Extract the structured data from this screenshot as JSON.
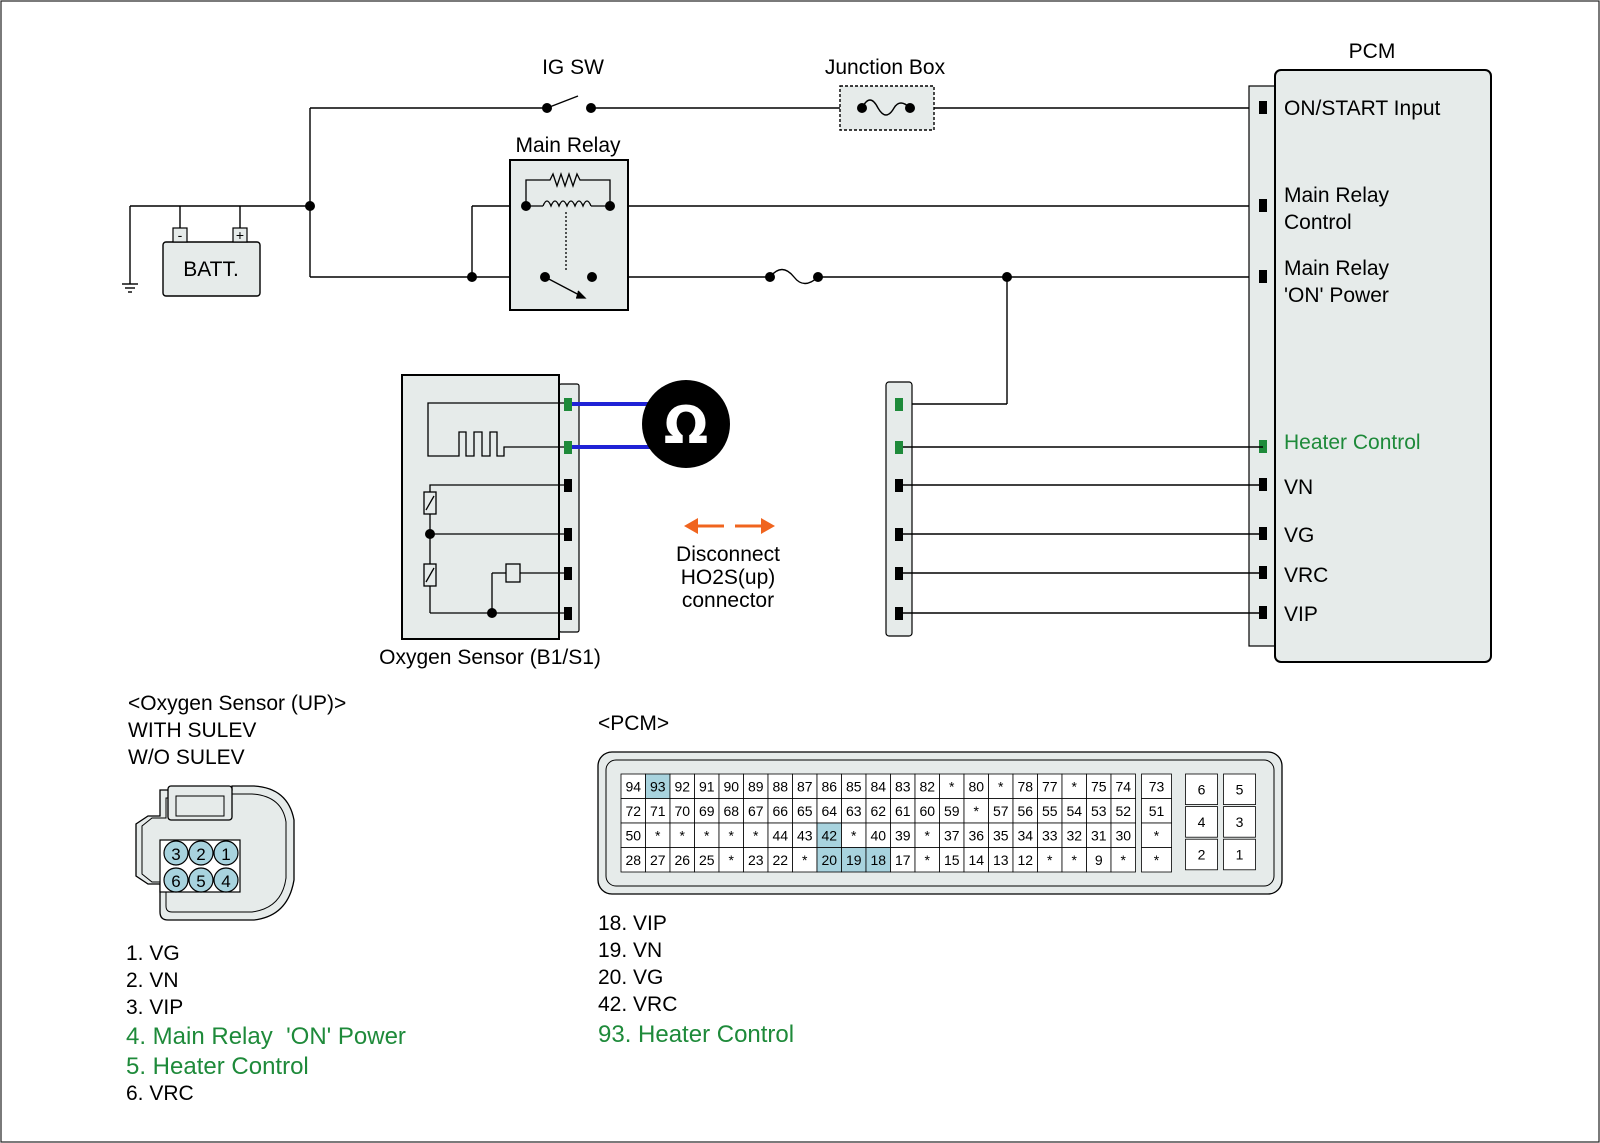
{
  "labels": {
    "ig_sw": "IG SW",
    "junction_box": "Junction Box",
    "pcm": "PCM",
    "main_relay": "Main Relay",
    "batt": "BATT.",
    "batt_neg": "-",
    "batt_pos": "+",
    "ohm_symbol": "Ω",
    "oxygen_sensor": "Oxygen Sensor (B1/S1)",
    "disconnect": [
      "Disconnect",
      "HO2S(up)",
      "connector"
    ]
  },
  "pcm_pins": [
    [
      "ON/START Input"
    ],
    [
      "Main Relay",
      "Control"
    ],
    [
      "Main Relay",
      "'ON' Power"
    ],
    [
      "Heater Control"
    ],
    [
      "VN"
    ],
    [
      "VG"
    ],
    [
      "VRC"
    ],
    [
      "VIP"
    ]
  ],
  "o2_connector": {
    "title": "<Oxygen Sensor (UP)>",
    "sub1": "WITH SULEV",
    "sub2": "W/O SULEV",
    "pins_top": [
      "3",
      "2",
      "1"
    ],
    "pins_bottom": [
      "6",
      "5",
      "4"
    ],
    "legend": [
      "1. VG",
      "2. VN",
      "3. VIP",
      "4. Main Relay  'ON' Power",
      "5. Heater Control",
      "6. VRC"
    ],
    "legend_green": [
      false,
      false,
      false,
      true,
      true,
      false
    ]
  },
  "pcm_connector": {
    "title": "<PCM>",
    "rows": [
      [
        "94",
        "93",
        "92",
        "91",
        "90",
        "89",
        "88",
        "87",
        "86",
        "85",
        "84",
        "83",
        "82",
        "*",
        "80",
        "*",
        "78",
        "77",
        "*",
        "75",
        "74"
      ],
      [
        "72",
        "71",
        "70",
        "69",
        "68",
        "67",
        "66",
        "65",
        "64",
        "63",
        "62",
        "61",
        "60",
        "59",
        "*",
        "57",
        "56",
        "55",
        "54",
        "53",
        "52"
      ],
      [
        "50",
        "*",
        "*",
        "*",
        "*",
        "*",
        "44",
        "43",
        "42",
        "*",
        "40",
        "39",
        "*",
        "37",
        "36",
        "35",
        "34",
        "33",
        "32",
        "31",
        "30"
      ],
      [
        "28",
        "27",
        "26",
        "25",
        "*",
        "23",
        "22",
        "*",
        "20",
        "19",
        "18",
        "17",
        "*",
        "15",
        "14",
        "13",
        "12",
        "*",
        "*",
        "9",
        "*"
      ]
    ],
    "side_col": [
      "73",
      "51",
      "*",
      "*"
    ],
    "small_block": [
      [
        "6",
        "5"
      ],
      [
        "4",
        "3"
      ],
      [
        "2",
        "1"
      ]
    ],
    "highlighted": [
      "93",
      "42",
      "20",
      "19",
      "18"
    ],
    "legend": [
      "18. VIP",
      "19. VN",
      "20. VG",
      "42. VRC",
      "93. Heater Control"
    ],
    "legend_green": [
      false,
      false,
      false,
      false,
      true
    ]
  },
  "colors": {
    "green": "#1e8a3a",
    "blue_wire": "#1f22d6",
    "orange_arrow": "#f0641e",
    "box_fill": "#e6ebea",
    "highlight": "#a8d3de"
  }
}
